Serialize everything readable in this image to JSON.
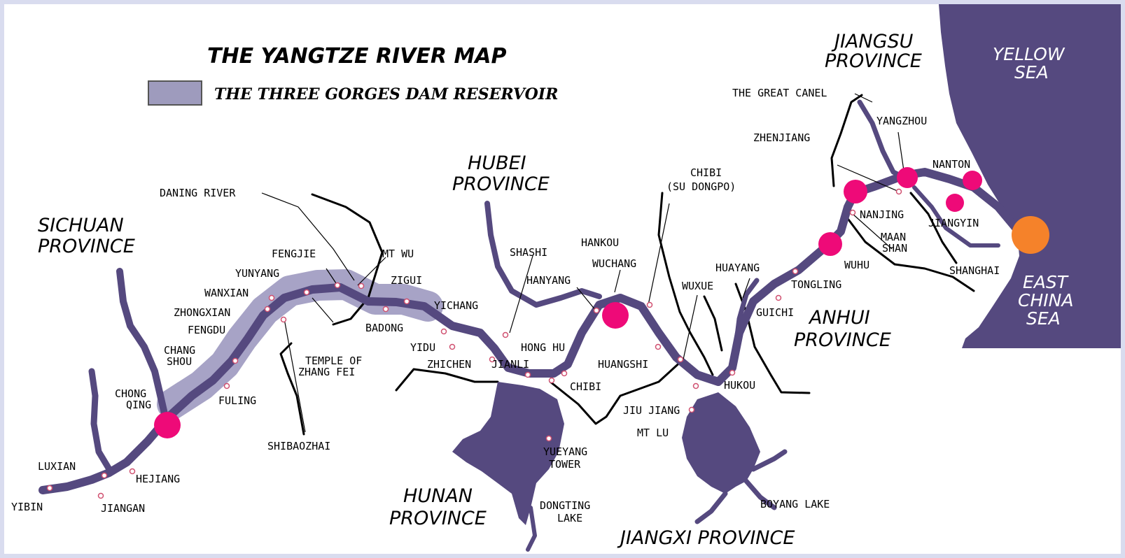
{
  "title": "THE YANGTZE RIVER MAP",
  "legend": {
    "label": "THE THREE GORGES DAM RESERVOIR",
    "swatch_color": "#9e9bbd"
  },
  "colors": {
    "river": "#55497f",
    "reservoir": "#a7a3c6",
    "sea": "#55497f",
    "major_city": "#ee0a78",
    "shanghai": "#f5822a",
    "town_marker": "#d05070"
  },
  "provinces": {
    "sichuan": [
      "SICHUAN",
      "PROVINCE"
    ],
    "hubei": [
      "HUBEI",
      "PROVINCE"
    ],
    "hunan": [
      "HUNAN",
      "PROVINCE"
    ],
    "jiangxi": "JIANGXI PROVINCE",
    "anhui": [
      "ANHUI",
      "PROVINCE"
    ],
    "jiangsu": [
      "JIANGSU",
      "PROVINCE"
    ]
  },
  "seas": {
    "yellow": [
      "YELLOW",
      "SEA"
    ],
    "east_china": [
      "EAST",
      "CHINA",
      "SEA"
    ]
  },
  "places": {
    "yibin": "YIBIN",
    "luxian": "LUXIAN",
    "hejiang": "HEJIANG",
    "jiangan": "JIANGAN",
    "chongqing": [
      "CHONG",
      "QING"
    ],
    "changshou": [
      "CHANG",
      "SHOU"
    ],
    "fuling": "FULING",
    "fengdu": "FENGDU",
    "zhongxian": "ZHONGXIAN",
    "wanxian": "WANXIAN",
    "yunyang": "YUNYANG",
    "fengjie": "FENGJIE",
    "daning_river": "DANING RIVER",
    "mt_wu": "MT WU",
    "zigui": "ZIGUI",
    "badong": "BADONG",
    "temple": [
      "TEMPLE OF",
      "ZHANG FEI"
    ],
    "shibaozhai": "SHIBAOZHAI",
    "yichang": "YICHANG",
    "yidu": "YIDU",
    "zhichen": "ZHICHEN",
    "shashi": "SHASHI",
    "hong_hu": "HONG HU",
    "jianli": "JIANLI",
    "chibi_south": "CHIBI",
    "hanyang": "HANYANG",
    "hankou": "HANKOU",
    "wuchang": "WUCHANG",
    "chibi_north": [
      "CHIBI",
      "(SU DONGPO)"
    ],
    "huangshi": "HUANGSHI",
    "wuxue": "WUXUE",
    "jiu_jiang": "JIU JIANG",
    "mt_lu": "MT LU",
    "hukou": "HUKOU",
    "yueyang": [
      "YUEYANG",
      "TOWER"
    ],
    "dongting": [
      "DONGTING",
      "LAKE"
    ],
    "boyang": "BOYANG LAKE",
    "huayang": "HUAYANG",
    "guichi": "GUICHI",
    "tongling": "TONGLING",
    "wuhu": "WUHU",
    "maan_shan": [
      "MAAN",
      "SHAN"
    ],
    "nanjing": "NANJING",
    "zhenjiang": "ZHENJIANG",
    "yangzhou": "YANGZHOU",
    "great_canal": "THE GREAT CANEL",
    "nanton": "NANTON",
    "jiangyin": "JIANGYIN",
    "shanghai": "SHANGHAI"
  }
}
